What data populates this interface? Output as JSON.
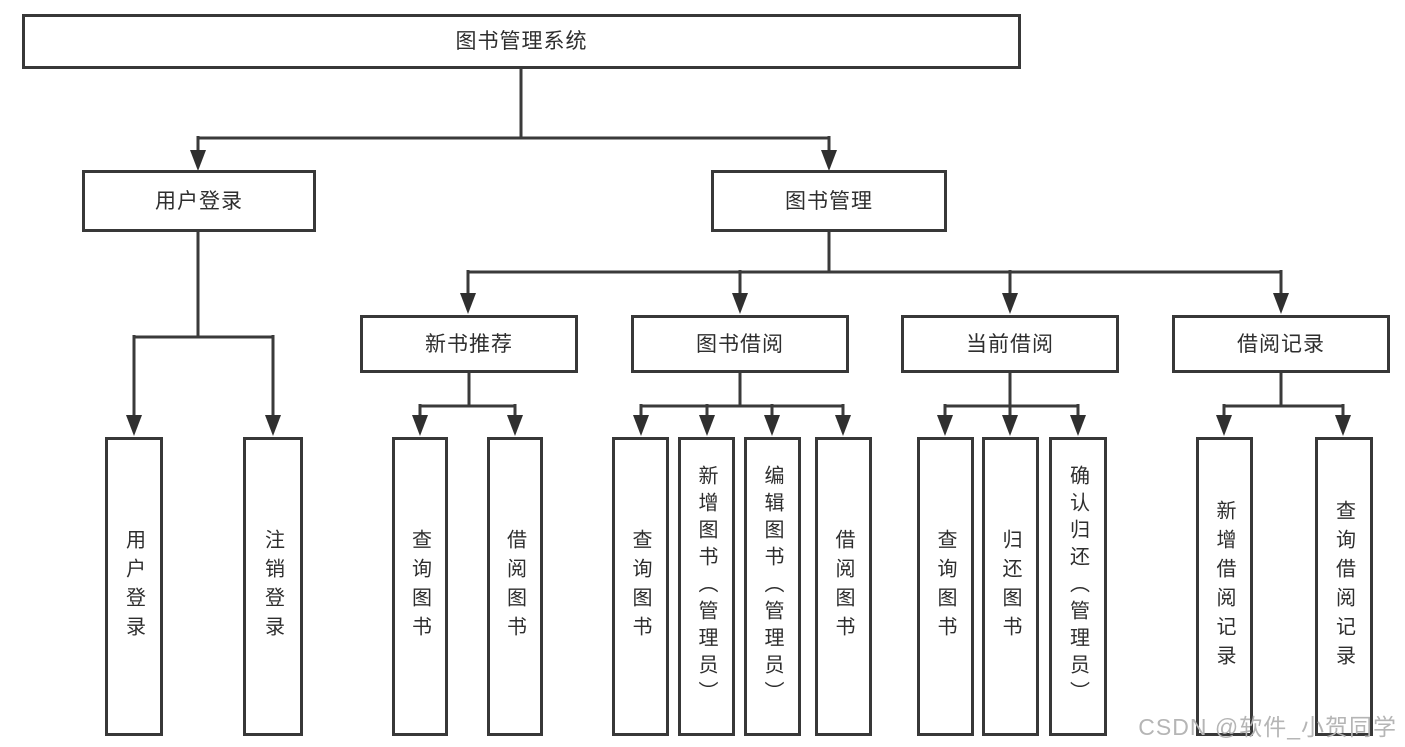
{
  "diagram": {
    "title": "图书管理系统",
    "type": "hierarchy-tree",
    "nodes": {
      "root": "图书管理系统",
      "user_login": "用户登录",
      "book_management": "图书管理",
      "new_book_recommend": "新书推荐",
      "book_borrow": "图书借阅",
      "current_borrow": "当前借阅",
      "borrow_record": "借阅记录",
      "leaf_user_login": "用户登录",
      "leaf_logout_login": "注销登录",
      "leaf_query_book_1": "查询图书",
      "leaf_borrow_book_1": "借阅图书",
      "leaf_query_book_2": "查询图书",
      "leaf_add_book_admin": "新增图书（管理员）",
      "leaf_edit_book_admin": "编辑图书（管理员）",
      "leaf_borrow_book_2": "借阅图书",
      "leaf_query_book_3": "查询图书",
      "leaf_return_book": "归还图书",
      "leaf_confirm_return_admin": "确认归还（管理员）",
      "leaf_add_borrow_record": "新增借阅记录",
      "leaf_query_borrow_record": "查询借阅记录"
    },
    "edges": [
      [
        "图书管理系统",
        "用户登录"
      ],
      [
        "图书管理系统",
        "图书管理"
      ],
      [
        "用户登录",
        "用户登录(叶)"
      ],
      [
        "用户登录",
        "注销登录"
      ],
      [
        "图书管理",
        "新书推荐"
      ],
      [
        "图书管理",
        "图书借阅"
      ],
      [
        "图书管理",
        "当前借阅"
      ],
      [
        "图书管理",
        "借阅记录"
      ],
      [
        "新书推荐",
        "查询图书"
      ],
      [
        "新书推荐",
        "借阅图书"
      ],
      [
        "图书借阅",
        "查询图书"
      ],
      [
        "图书借阅",
        "新增图书（管理员）"
      ],
      [
        "图书借阅",
        "编辑图书（管理员）"
      ],
      [
        "图书借阅",
        "借阅图书"
      ],
      [
        "当前借阅",
        "查询图书"
      ],
      [
        "当前借阅",
        "归还图书"
      ],
      [
        "当前借阅",
        "确认归还（管理员）"
      ],
      [
        "借阅记录",
        "新增借阅记录"
      ],
      [
        "借阅记录",
        "查询借阅记录"
      ]
    ],
    "colors": {
      "line": "#3a3a3a",
      "arrow": "#2f2f2f",
      "box_border": "#383838",
      "text": "#2e2e2e",
      "background": "#ffffff",
      "watermark": "#b5b5b5"
    }
  },
  "watermark": {
    "text": "CSDN @软件_小贺同学"
  }
}
